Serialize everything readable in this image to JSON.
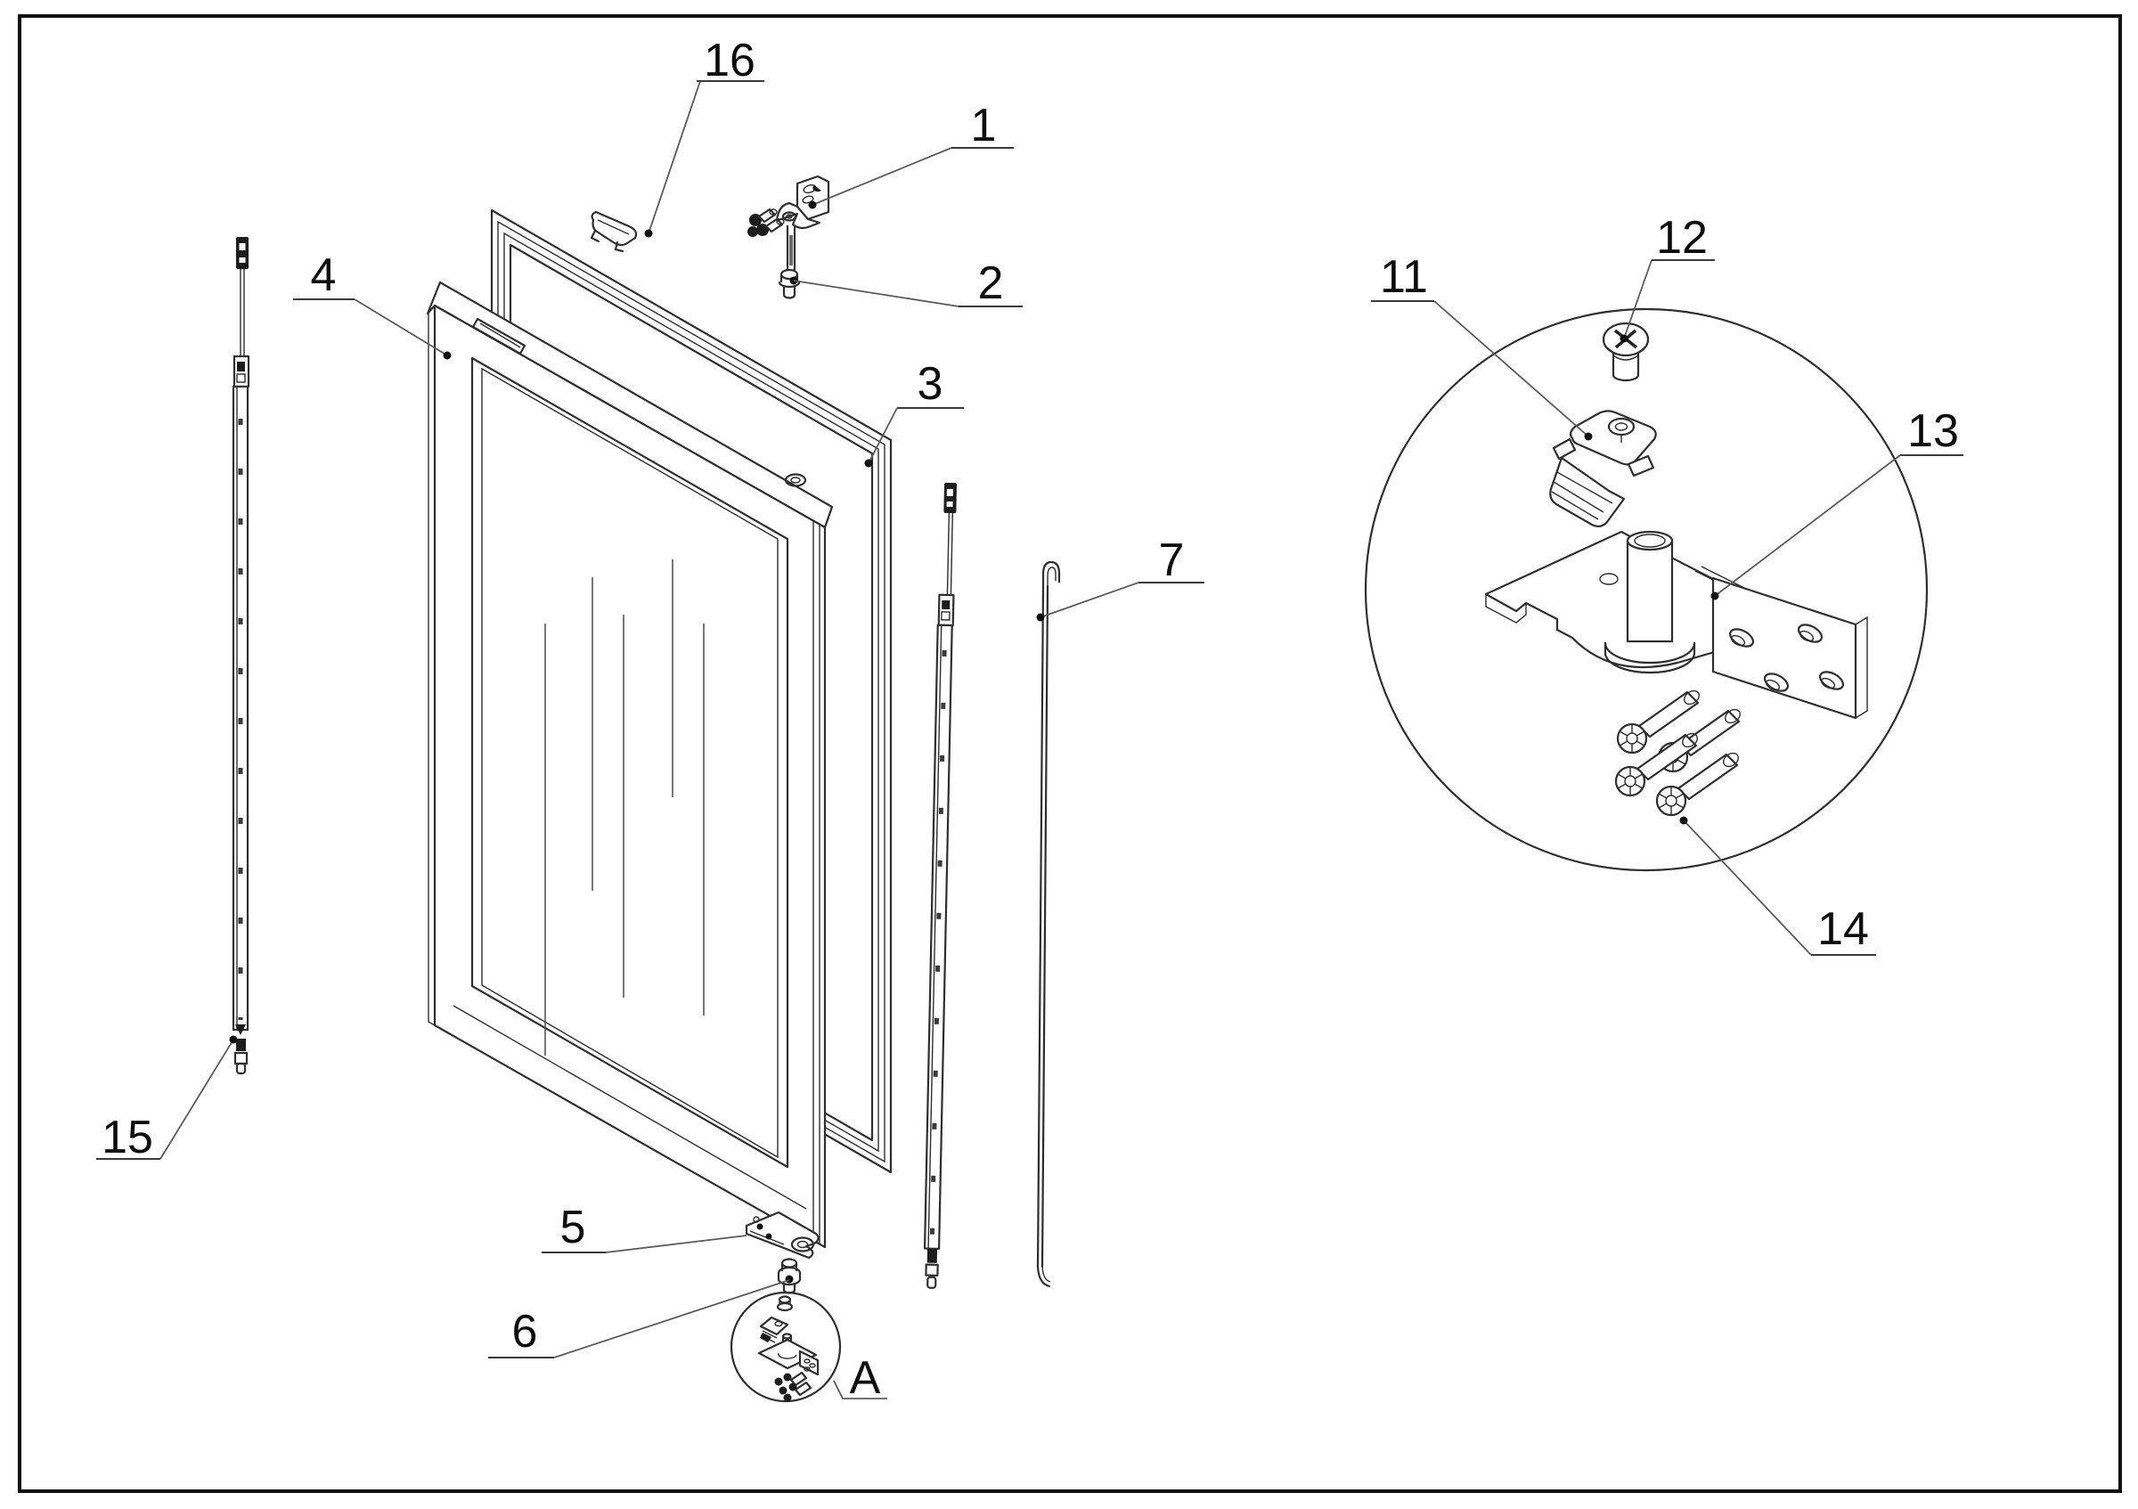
{
  "figure": {
    "kind": "exploded-parts-diagram",
    "description_visible_text_only": true,
    "callouts": {
      "c1": {
        "label": "1"
      },
      "c2": {
        "label": "2"
      },
      "c3": {
        "label": "3"
      },
      "c4": {
        "label": "4"
      },
      "c5": {
        "label": "5"
      },
      "c6": {
        "label": "6"
      },
      "c7": {
        "label": "7"
      },
      "c11": {
        "label": "11"
      },
      "c12": {
        "label": "12"
      },
      "c13": {
        "label": "13"
      },
      "c14": {
        "label": "14"
      },
      "c15": {
        "label": "15"
      },
      "c16": {
        "label": "16"
      },
      "cA": {
        "label": "A"
      }
    },
    "colors": {
      "background": "#ffffff",
      "line": "#2e2e2e",
      "leader": "#5a5a5a",
      "label": "#0c0c0c"
    }
  }
}
